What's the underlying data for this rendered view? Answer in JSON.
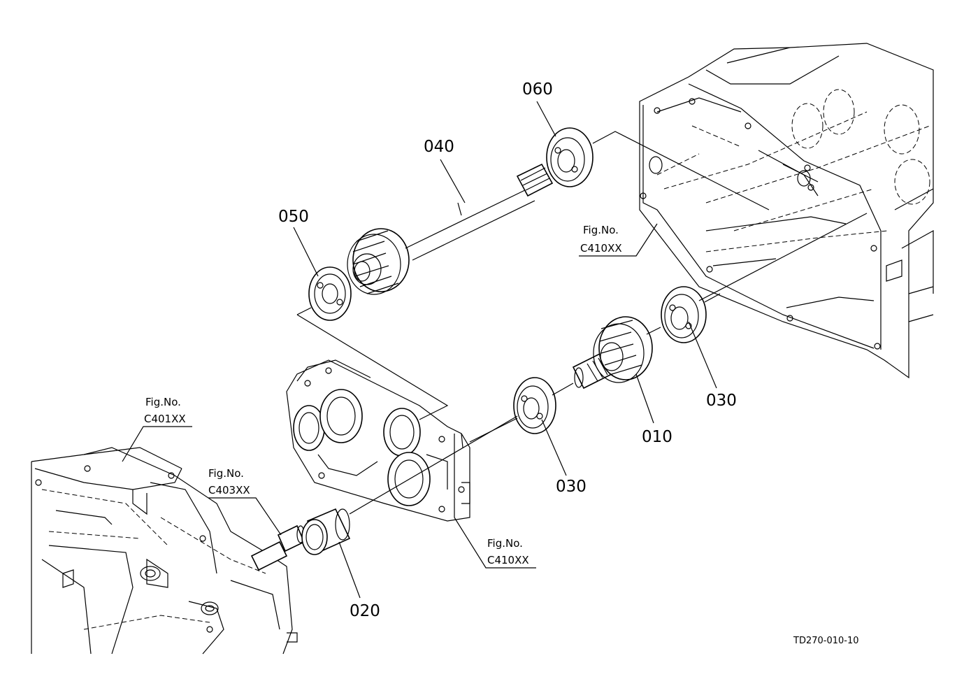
{
  "parts": {
    "p010": "010",
    "p020": "020",
    "p030a": "030",
    "p030b": "030",
    "p040": "040",
    "p050": "050",
    "p060": "060"
  },
  "refs": {
    "ref_top_right": {
      "label": "Fig.No.",
      "code": "C410XX"
    },
    "ref_mid_right": {
      "label": "Fig.No.",
      "code": "C410XX"
    },
    "ref_left": {
      "label": "Fig.No.",
      "code": "C401XX"
    },
    "ref_shaft": {
      "label": "Fig.No.",
      "code": "C403XX"
    }
  },
  "drawing_code": "TD270-010-10"
}
